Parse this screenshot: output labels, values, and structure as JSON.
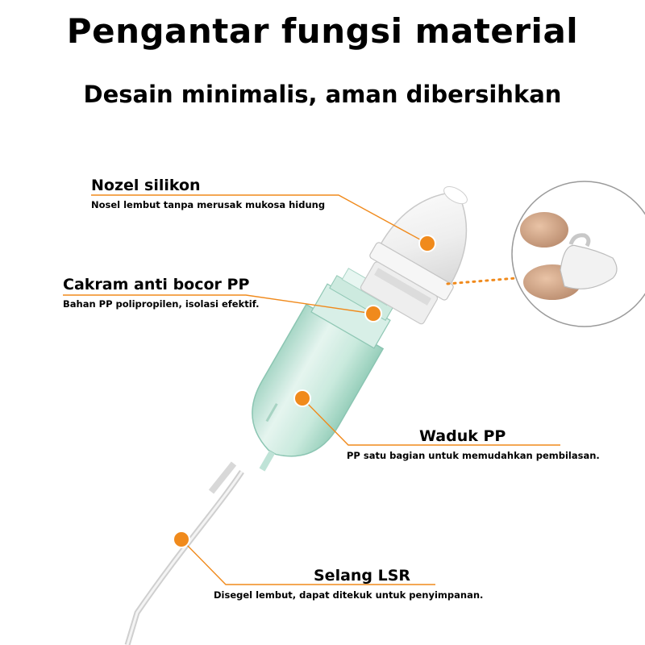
{
  "title": "Pengantar fungsi material",
  "subtitle": "Desain minimalis, aman dibersihkan",
  "colors": {
    "accent": "#f08a1c",
    "reservoir": "#bfe5d8",
    "nozzle": "#f4f4f4"
  },
  "parts": {
    "nozel": {
      "name": "Nozel silikon",
      "desc": "Nosel lembut tanpa merusak mukosa hidung"
    },
    "cakram": {
      "name": "Cakram anti bocor PP",
      "desc": "Bahan PP polipropilen, isolasi efektif."
    },
    "waduk": {
      "name": "Waduk PP",
      "desc": "PP satu bagian untuk memudahkan pembilasan."
    },
    "selang": {
      "name": "Selang LSR",
      "desc": "Disegel lembut, dapat ditekuk untuk penyimpanan."
    }
  }
}
